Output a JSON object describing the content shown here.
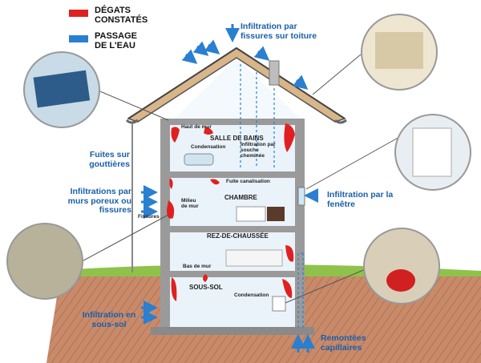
{
  "legend": {
    "damage": {
      "label": "DÉGATS CONSTATÉS",
      "color": "#e02020"
    },
    "water": {
      "label": "PASSAGE DE L'EAU",
      "color": "#2a7fd0"
    }
  },
  "labels": {
    "roof": "Infiltration par fissures sur toiture",
    "gutters": "Fuites sur gouttières",
    "walls": "Infiltrations par murs poreux ou fissures",
    "window": "Infiltration par la fenêtre",
    "basement": "Infiltration en sous-sol",
    "capillary": "Remontées capillaires"
  },
  "rooms": {
    "bathroom": "SALLE DE BAINS",
    "bedroom": "CHAMBRE",
    "ground": "REZ-DE-CHAUSSÉE",
    "basement": "SOUS-SOL"
  },
  "annotations": {
    "wall_top": "Haut de mur",
    "condensation_top": "Condensation",
    "chimney": "Infiltration par souche cheminée",
    "pipe_leak": "Fuite canalisation",
    "mid_wall": "Milieu de mur",
    "cracks": "Fissures",
    "wall_bottom": "Bas de mur",
    "condensation_bottom": "Condensation"
  }
}
